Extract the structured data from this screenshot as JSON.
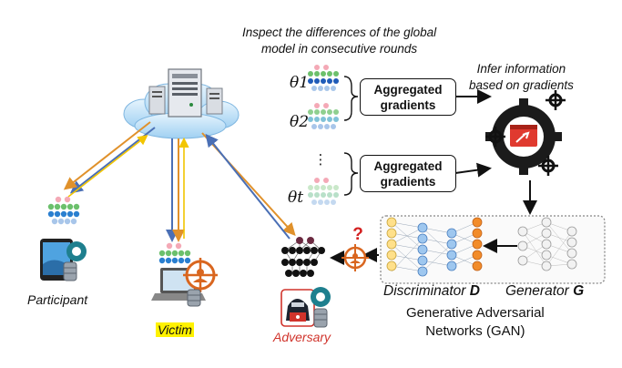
{
  "header": {
    "line1": "Inspect the differences of the global",
    "line2": "model in consecutive rounds"
  },
  "infer": {
    "line1": "Infer information",
    "line2": "based on gradients"
  },
  "aggregated": [
    {
      "line1": "Aggregated",
      "line2": "gradients"
    },
    {
      "line1": "Aggregated",
      "line2": "gradients"
    }
  ],
  "thetas": [
    "θ1",
    "θ2",
    "⋮",
    "θt"
  ],
  "roles": {
    "participant": "Participant",
    "victim": "Victim",
    "adversary": "Adversary"
  },
  "gan": {
    "discriminator": "Discriminator",
    "discriminator_symbol": "D",
    "generator": "Generator",
    "generator_symbol": "G",
    "title_line1": "Generative Adversarial",
    "title_line2": "Networks (GAN)"
  },
  "question_mark": "?",
  "colors": {
    "arrow_blue": "#4a6fb5",
    "arrow_orange": "#e0912b",
    "arrow_yellow": "#f2c500",
    "victim_highlight": "#fff200",
    "adversary_red": "#d0332b",
    "target_orange": "#d9661f",
    "gear_teal": "#1e7f8e",
    "cloud_blue": "#bfe1f7"
  }
}
